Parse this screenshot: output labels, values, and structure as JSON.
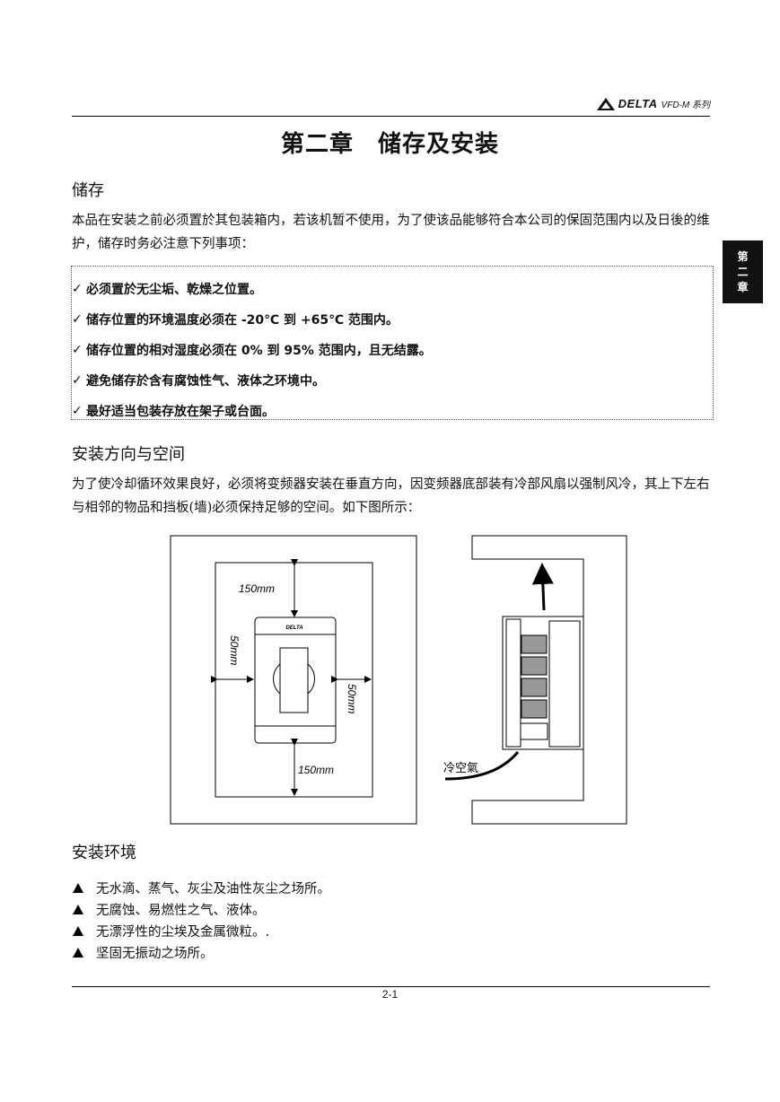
{
  "header": {
    "brand": "DELTA",
    "series": "VFD-M 系列"
  },
  "chapter_title": "第二章　储存及安装",
  "side_tab": [
    "第",
    "二",
    "章"
  ],
  "storage": {
    "heading": "储存",
    "intro": "本品在安装之前必须置於其包装箱内，若该机暂不使用，为了使该品能够符合本公司的保固范围内以及日後的维护，储存时务必注意下列事项：",
    "check_mark": "✓",
    "items": [
      "必须置於无尘垢、乾燥之位置。",
      "储存位置的环境温度必须在 -20℃ 到 +65℃ 范围内。",
      "储存位置的相对湿度必须在 0% 到 95% 范围内，且无结露。",
      "避免储存於含有腐蚀性气、液体之环境中。",
      "最好适当包装存放在架子或台面。"
    ]
  },
  "orientation": {
    "heading": "安装方向与空间",
    "text": "为了使冷却循环效果良好，必须将变频器安装在垂直方向，因变频器底部装有冷部风扇以强制风冷，其上下左右与相邻的物品和挡板(墙)必须保持足够的空间。如下图所示：",
    "figure": {
      "top_clearance": "150mm",
      "bottom_clearance": "150mm",
      "left_clearance": "50mm",
      "right_clearance": "50mm",
      "device_logo": "DELTA",
      "cool_air_label": "冷空氣"
    }
  },
  "environment": {
    "heading": "安装环境",
    "items": [
      "无水滴、蒸气、灰尘及油性灰尘之场所。",
      "无腐蚀、易燃性之气、液体。",
      "无漂浮性的尘埃及金属微粒。.",
      "坚固无振动之场所。"
    ]
  },
  "page_number": "2-1"
}
